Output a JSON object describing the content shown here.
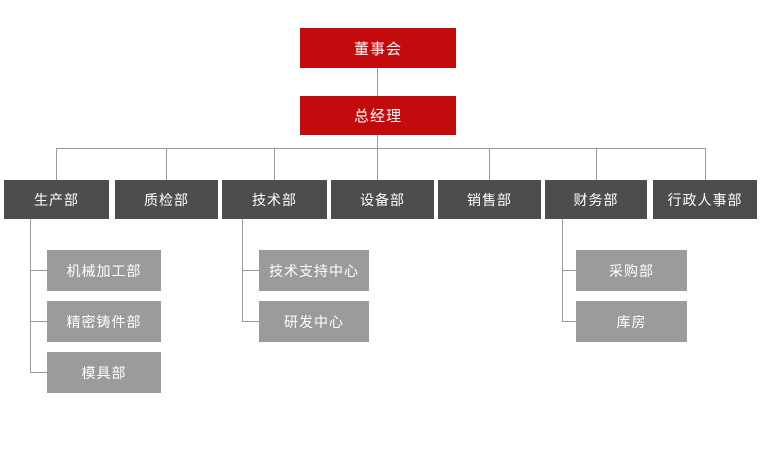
{
  "colors": {
    "red": "#c30b0e",
    "dark": "#4d4d4d",
    "light": "#9b9b9b",
    "line": "#9a9a9a",
    "text": "#ffffff",
    "background": "#ffffff"
  },
  "org_chart": {
    "type": "organization-chart",
    "board": {
      "label": "董事会"
    },
    "general_manager": {
      "label": "总经理"
    },
    "departments": [
      {
        "label": "生产部",
        "children": [
          {
            "label": "机械加工部"
          },
          {
            "label": "精密铸件部"
          },
          {
            "label": "模具部"
          }
        ]
      },
      {
        "label": "质检部",
        "children": []
      },
      {
        "label": "技术部",
        "children": [
          {
            "label": "技术支持中心"
          },
          {
            "label": "研发中心"
          }
        ]
      },
      {
        "label": "设备部",
        "children": []
      },
      {
        "label": "销售部",
        "children": []
      },
      {
        "label": "财务部",
        "children": [
          {
            "label": "采购部"
          },
          {
            "label": "库房"
          }
        ]
      },
      {
        "label": "行政人事部",
        "children": []
      }
    ]
  }
}
